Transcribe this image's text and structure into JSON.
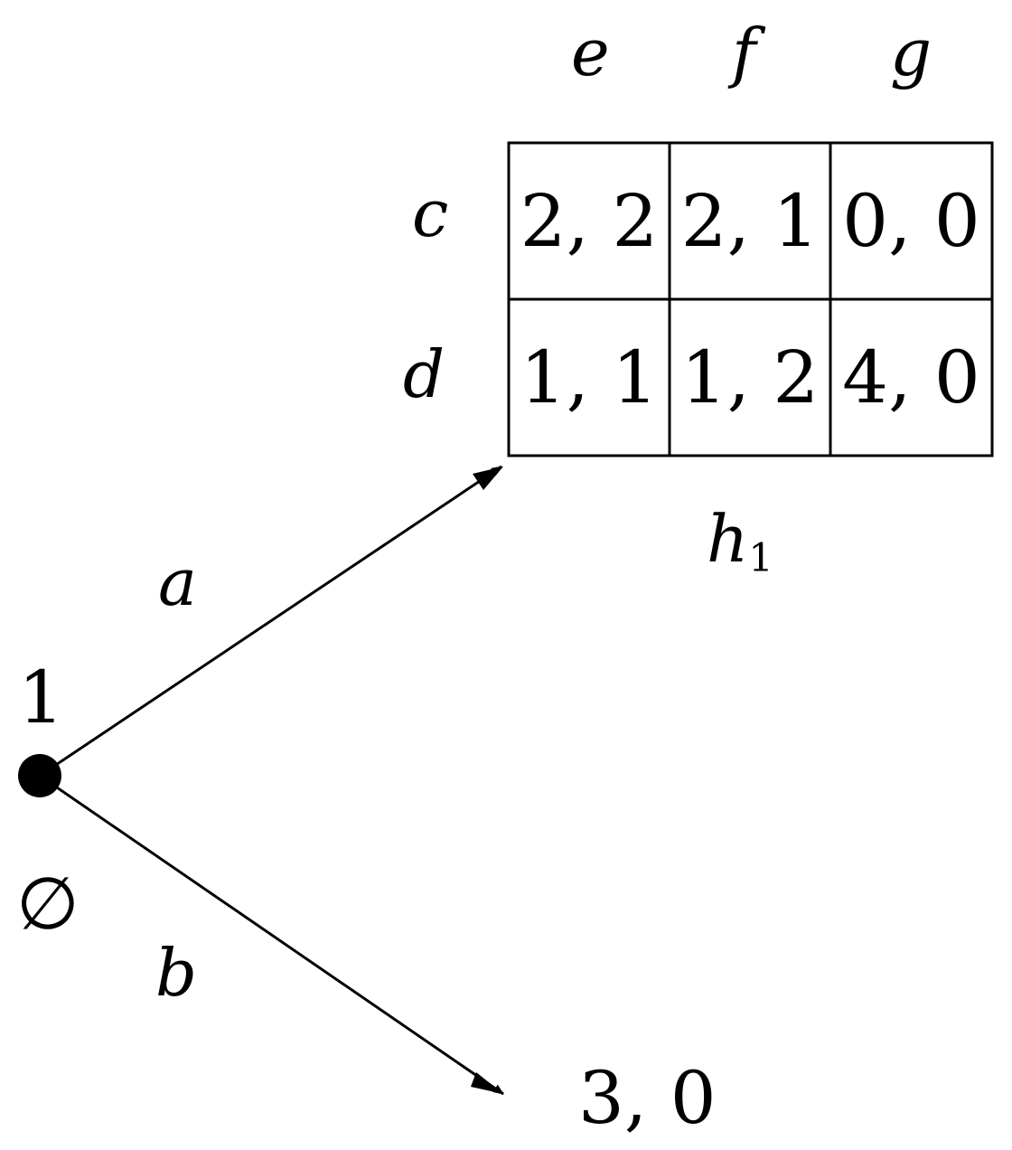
{
  "root": {
    "player": "1",
    "history": "∅"
  },
  "actions": {
    "top": "a",
    "bottom": "b"
  },
  "terminal_b": {
    "payoff": "3, 0"
  },
  "matrix": {
    "col_labels": [
      "e",
      "f",
      "g"
    ],
    "row_labels": [
      "c",
      "d"
    ],
    "cells": [
      [
        "2, 2",
        "2, 1",
        "0, 0"
      ],
      [
        "1, 1",
        "1, 2",
        "4, 0"
      ]
    ],
    "info_set": {
      "letter": "h",
      "index": "1"
    }
  }
}
